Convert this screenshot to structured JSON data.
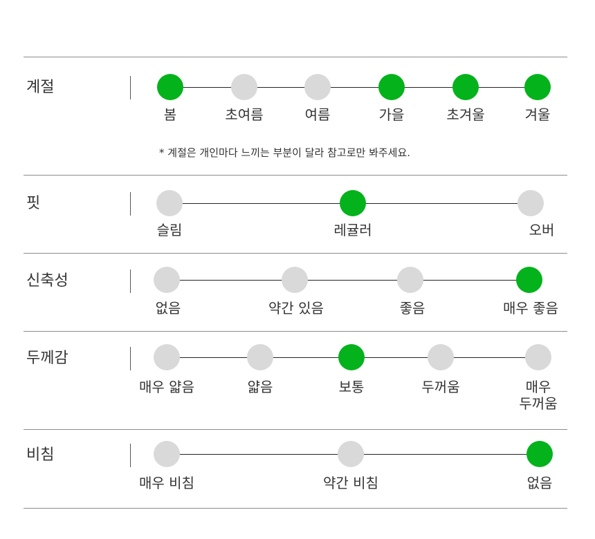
{
  "rows": [
    {
      "title": "계절",
      "options": [
        {
          "label": "봄",
          "selected": true
        },
        {
          "label": "초여름",
          "selected": false
        },
        {
          "label": "여름",
          "selected": false
        },
        {
          "label": "가을",
          "selected": true
        },
        {
          "label": "초겨울",
          "selected": true
        },
        {
          "label": "겨울",
          "selected": true
        }
      ],
      "note": "* 계절은 개인마다 느끼는 부분이 달라 참고로만 봐주세요."
    },
    {
      "title": "핏",
      "options": [
        {
          "label": "슬림",
          "selected": false
        },
        {
          "label": "레귤러",
          "selected": true
        },
        {
          "label": "오버",
          "selected": false
        }
      ]
    },
    {
      "title": "신축성",
      "options": [
        {
          "label": "없음",
          "selected": false
        },
        {
          "label": "약간 있음",
          "selected": false
        },
        {
          "label": "좋음",
          "selected": false
        },
        {
          "label": "매우 좋음",
          "selected": true
        }
      ]
    },
    {
      "title": "두께감",
      "options": [
        {
          "label": "매우 얇음",
          "selected": false
        },
        {
          "label": "얇음",
          "selected": false
        },
        {
          "label": "보통",
          "selected": true
        },
        {
          "label": "두꺼움",
          "selected": false
        },
        {
          "label": "매우\n두꺼움",
          "selected": false
        }
      ]
    },
    {
      "title": "비침",
      "options": [
        {
          "label": "매우 비침",
          "selected": false
        },
        {
          "label": "약간 비침",
          "selected": false
        },
        {
          "label": "없음",
          "selected": true
        }
      ]
    }
  ],
  "colors": {
    "selected": "#04b21c",
    "unselected": "#d9d9d9"
  }
}
